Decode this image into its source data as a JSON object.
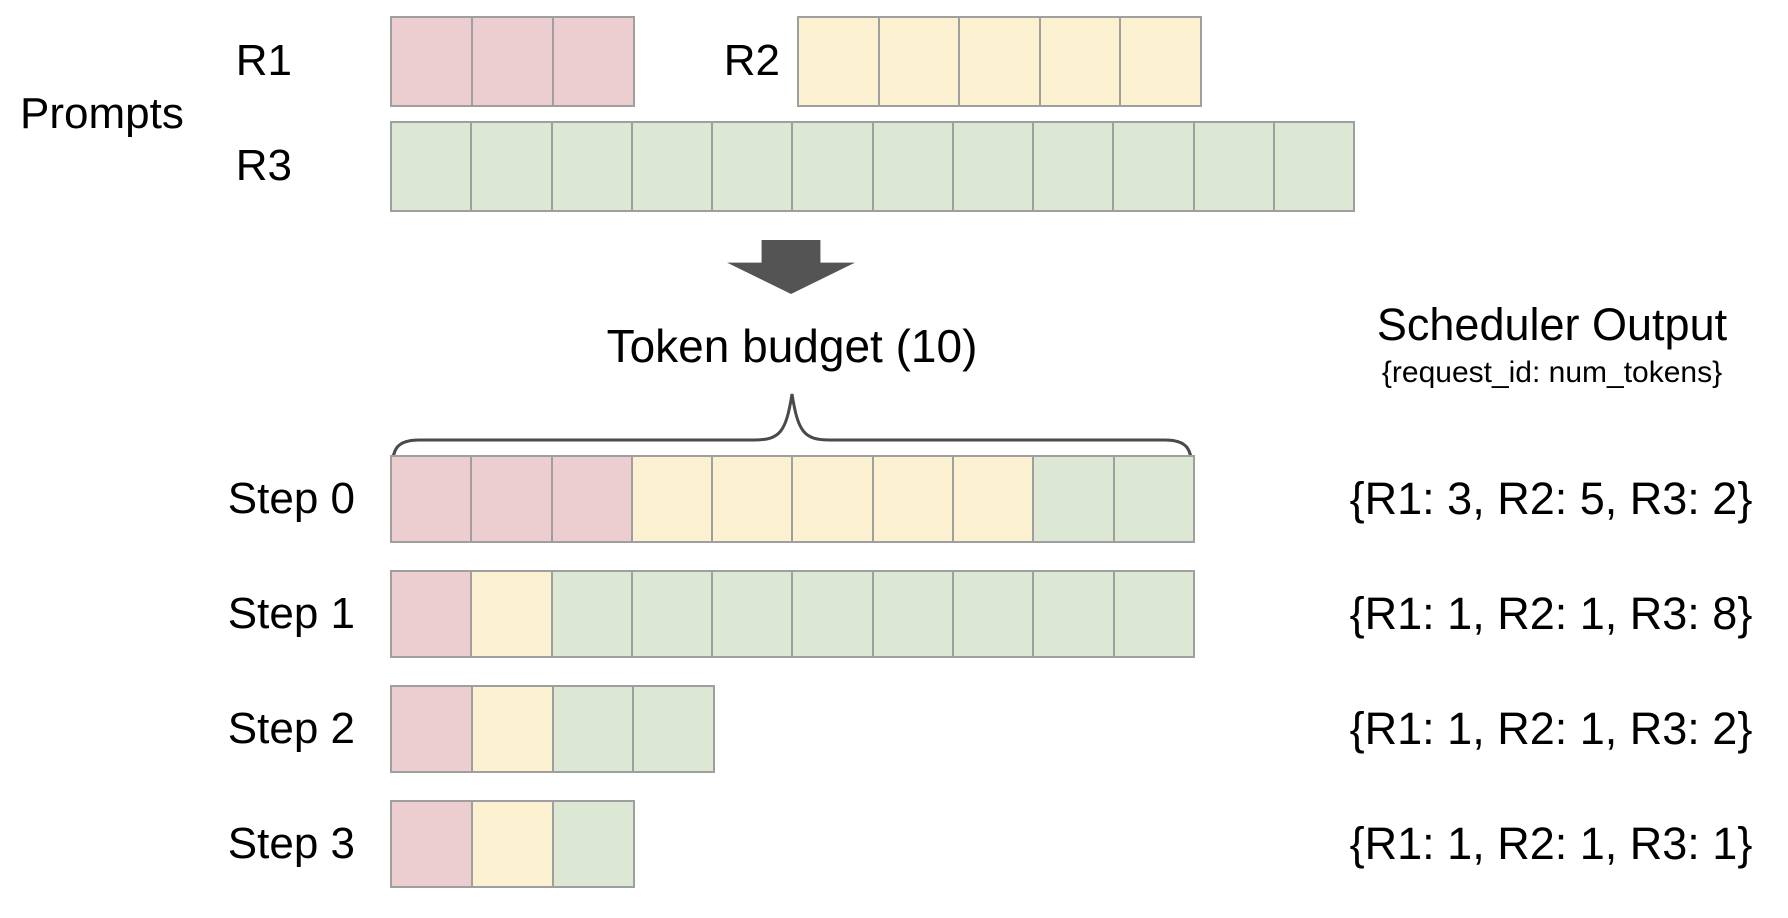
{
  "colors": {
    "r1_pink": "#ecced0",
    "r2_yellow": "#fbf1d0",
    "r3_green": "#dde8d4",
    "cell_border": "#9f9fa0",
    "arrow_gray": "#545455",
    "brace_gray": "#4a4a4a",
    "text": "#000000"
  },
  "prompts": {
    "section_label": "Prompts",
    "requests": [
      {
        "label": "R1",
        "num_tokens": 3,
        "color_key": "r1_pink"
      },
      {
        "label": "R2",
        "num_tokens": 5,
        "color_key": "r2_yellow"
      },
      {
        "label": "R3",
        "num_tokens": 12,
        "color_key": "r3_green"
      }
    ]
  },
  "token_budget": {
    "label": "Token budget (10)",
    "value": 10
  },
  "scheduler_output": {
    "title": "Scheduler Output",
    "subtitle": "{request_id: num_tokens}"
  },
  "steps": [
    {
      "label": "Step 0",
      "segments": [
        {
          "color_key": "r1_pink",
          "count": 3
        },
        {
          "color_key": "r2_yellow",
          "count": 5
        },
        {
          "color_key": "r3_green",
          "count": 2
        }
      ],
      "output": "{R1: 3, R2: 5, R3: 2}"
    },
    {
      "label": "Step 1",
      "segments": [
        {
          "color_key": "r1_pink",
          "count": 1
        },
        {
          "color_key": "r2_yellow",
          "count": 1
        },
        {
          "color_key": "r3_green",
          "count": 8
        }
      ],
      "output": "{R1: 1, R2: 1, R3: 8}"
    },
    {
      "label": "Step 2",
      "segments": [
        {
          "color_key": "r1_pink",
          "count": 1
        },
        {
          "color_key": "r2_yellow",
          "count": 1
        },
        {
          "color_key": "r3_green",
          "count": 2
        }
      ],
      "output": "{R1: 1, R2: 1, R3: 2}"
    },
    {
      "label": "Step 3",
      "segments": [
        {
          "color_key": "r1_pink",
          "count": 1
        },
        {
          "color_key": "r2_yellow",
          "count": 1
        },
        {
          "color_key": "r3_green",
          "count": 1
        }
      ],
      "output": "{R1: 1, R2: 1, R3: 1}"
    }
  ]
}
